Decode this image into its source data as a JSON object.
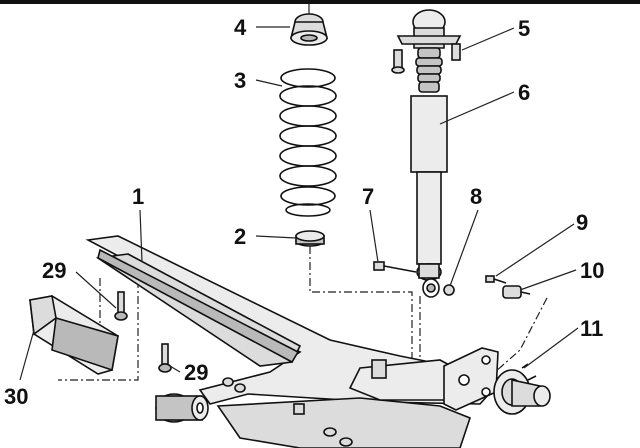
{
  "callouts": [
    {
      "id": "1",
      "text": "1"
    },
    {
      "id": "2",
      "text": "2"
    },
    {
      "id": "3",
      "text": "3"
    },
    {
      "id": "4",
      "text": "4"
    },
    {
      "id": "5",
      "text": "5"
    },
    {
      "id": "6",
      "text": "6"
    },
    {
      "id": "7",
      "text": "7"
    },
    {
      "id": "8",
      "text": "8"
    },
    {
      "id": "9",
      "text": "9"
    },
    {
      "id": "10",
      "text": "10"
    },
    {
      "id": "11",
      "text": "11"
    },
    {
      "id": "29a",
      "text": "29"
    },
    {
      "id": "29b",
      "text": "29"
    },
    {
      "id": "30",
      "text": "30"
    }
  ],
  "colors": {
    "line": "#111111",
    "metal": "#dcdcdc",
    "rubber": "#c4c4c4",
    "background": "#ffffff"
  }
}
